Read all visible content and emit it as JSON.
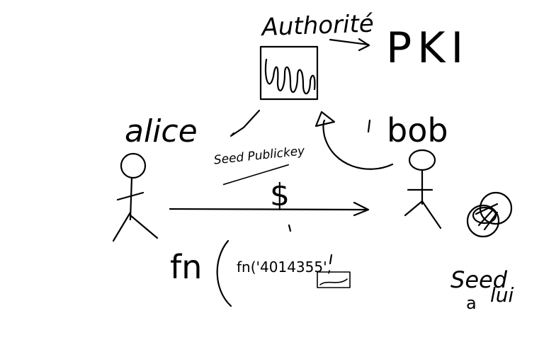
{
  "labels": {
    "authority": "Authorité",
    "pki": "PKI",
    "alice": "alice",
    "bob": "bob",
    "seed_publickey": "Seed Publickey",
    "dollar": "$",
    "function_call": "fn('4014355',",
    "seed_bottom": "Seed",
    "a_bottom": "a",
    "lui_bottom": "lui"
  },
  "ink_color": "#000000",
  "background_color": "#ffffff"
}
